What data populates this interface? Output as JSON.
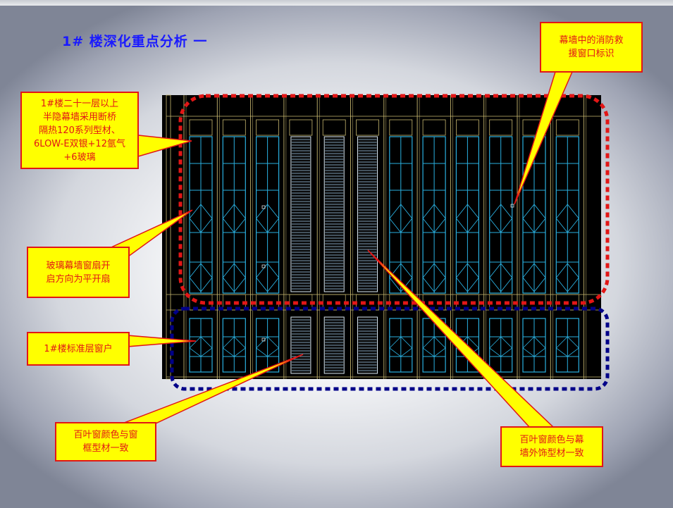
{
  "title": "1#  楼深化重点分析  一",
  "callouts": {
    "glass_spec": "1#楼二十一层以上\n半隐幕墙采用断桥\n隔热120系列型材、\n6LOW-E双银+12氩气\n+6玻璃",
    "sash_opening": "玻璃幕墙窗扇开\n启方向为平开扇",
    "standard_window": "1#楼标准层窗户",
    "louver_frame": "百叶窗颜色与窗\n框型材一致",
    "rescue_window": "幕墙中的消防救\n援窗口标识",
    "louver_curtain": "百叶窗颜色与幕\n墙外饰型材一致"
  },
  "colors": {
    "title": "#1a1aff",
    "callout_fill": "#ffff00",
    "callout_text": "#e21616",
    "red_outline": "#e21616",
    "blue_outline": "#000088",
    "drawing_bg": "#000000",
    "mullion": "#c8b870",
    "window_frame": "#2ab0e0"
  }
}
